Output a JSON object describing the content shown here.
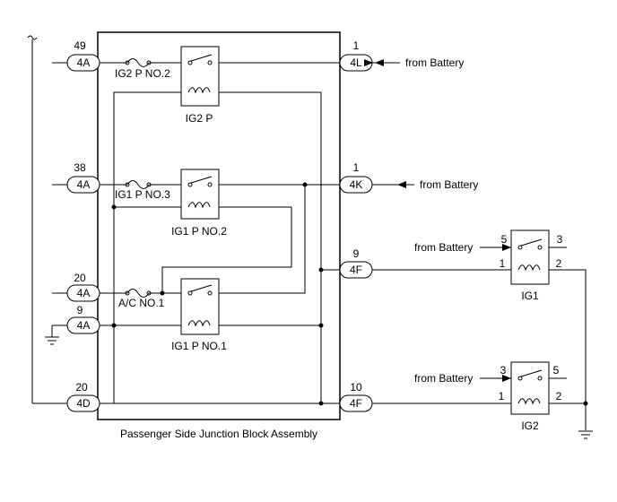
{
  "block": {
    "label": "Passenger Side Junction Block Assembly"
  },
  "connectors": [
    {
      "id": "c-4a-49",
      "pin": "49",
      "code": "4A"
    },
    {
      "id": "c-4a-38",
      "pin": "38",
      "code": "4A"
    },
    {
      "id": "c-4a-20",
      "pin": "20",
      "code": "4A"
    },
    {
      "id": "c-4a-9",
      "pin": "9",
      "code": "4A"
    },
    {
      "id": "c-4d-20",
      "pin": "20",
      "code": "4D"
    },
    {
      "id": "c-4l-1",
      "pin": "1",
      "code": "4L"
    },
    {
      "id": "c-4k-1",
      "pin": "1",
      "code": "4K"
    },
    {
      "id": "c-4f-9",
      "pin": "9",
      "code": "4F"
    },
    {
      "id": "c-4f-10",
      "pin": "10",
      "code": "4F"
    }
  ],
  "fuses": [
    {
      "id": "ig2-p-no2",
      "label": "IG2 P NO.2"
    },
    {
      "id": "ig1-p-no3",
      "label": "IG1 P NO.3"
    },
    {
      "id": "ac-no1",
      "label": "A/C NO.1"
    }
  ],
  "relays": [
    {
      "id": "ig2-p",
      "label": "IG2 P"
    },
    {
      "id": "ig1-p-no2",
      "label": "IG1 P NO.2"
    },
    {
      "id": "ig1-p-no1",
      "label": "IG1 P NO.1"
    },
    {
      "id": "ig1",
      "label": "IG1",
      "pins": [
        "5",
        "3",
        "1",
        "2"
      ]
    },
    {
      "id": "ig2",
      "label": "IG2",
      "pins": [
        "3",
        "5",
        "1",
        "2"
      ]
    }
  ],
  "sources": [
    {
      "id": "src-4l",
      "label": "from Battery"
    },
    {
      "id": "src-4k",
      "label": "from Battery"
    },
    {
      "id": "src-ig1",
      "label": "from Battery"
    },
    {
      "id": "src-ig2",
      "label": "from Battery"
    }
  ]
}
